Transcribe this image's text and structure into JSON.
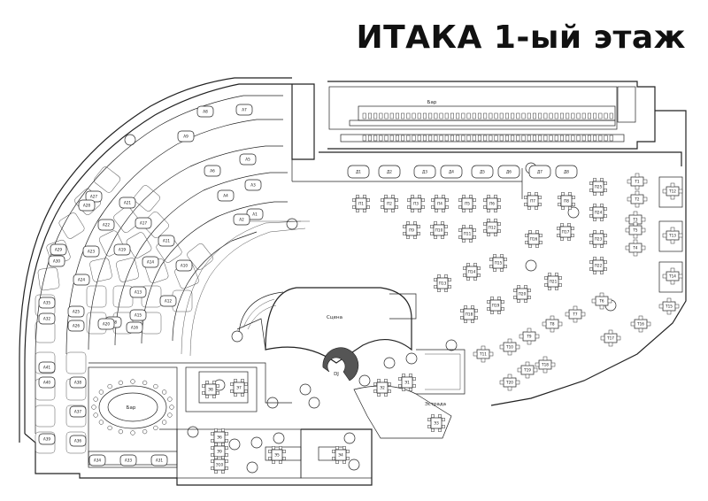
{
  "title": "ИТАКА 1-ый этаж",
  "areas": {
    "bar_top": "Бар",
    "bar_left": "Бар",
    "stage": "Сцена",
    "dj": "DJ",
    "estrada": "Эстрада"
  },
  "tables": [
    {
      "label": "A1"
    },
    {
      "label": "A2"
    },
    {
      "label": "A3"
    },
    {
      "label": "A4"
    },
    {
      "label": "A5"
    },
    {
      "label": "A6"
    },
    {
      "label": "A7"
    },
    {
      "label": "A8"
    },
    {
      "label": "A9"
    },
    {
      "label": "A10"
    },
    {
      "label": "A11"
    },
    {
      "label": "A12"
    },
    {
      "label": "A13"
    },
    {
      "label": "A14"
    },
    {
      "label": "A15"
    },
    {
      "label": "A16"
    },
    {
      "label": "A17"
    },
    {
      "label": "A18"
    },
    {
      "label": "A19"
    },
    {
      "label": "A20"
    },
    {
      "label": "A21"
    },
    {
      "label": "A22"
    },
    {
      "label": "A23"
    },
    {
      "label": "A24"
    },
    {
      "label": "A25"
    },
    {
      "label": "A26"
    },
    {
      "label": "A27"
    },
    {
      "label": "A28"
    },
    {
      "label": "A29"
    },
    {
      "label": "A30"
    },
    {
      "label": "A31"
    },
    {
      "label": "A32"
    },
    {
      "label": "A33"
    },
    {
      "label": "A34"
    },
    {
      "label": "A35"
    },
    {
      "label": "A36"
    },
    {
      "label": "A37"
    },
    {
      "label": "A38"
    },
    {
      "label": "A39"
    },
    {
      "label": "A40"
    },
    {
      "label": "A41"
    },
    {
      "label": "Д1"
    },
    {
      "label": "Д2"
    },
    {
      "label": "Д3"
    },
    {
      "label": "Д4"
    },
    {
      "label": "Д5"
    },
    {
      "label": "Д6"
    },
    {
      "label": "Д7"
    },
    {
      "label": "Д8"
    },
    {
      "label": "П1"
    },
    {
      "label": "П2"
    },
    {
      "label": "П3"
    },
    {
      "label": "П4"
    },
    {
      "label": "П5"
    },
    {
      "label": "П6"
    },
    {
      "label": "П7"
    },
    {
      "label": "П8"
    },
    {
      "label": "П9"
    },
    {
      "label": "П10"
    },
    {
      "label": "П11"
    },
    {
      "label": "П12"
    },
    {
      "label": "П13"
    },
    {
      "label": "П14"
    },
    {
      "label": "П15"
    },
    {
      "label": "П16"
    },
    {
      "label": "П17"
    },
    {
      "label": "П18"
    },
    {
      "label": "П19"
    },
    {
      "label": "П20"
    },
    {
      "label": "П21"
    },
    {
      "label": "П22"
    },
    {
      "label": "П23"
    },
    {
      "label": "П24"
    },
    {
      "label": "П25"
    },
    {
      "label": "T1"
    },
    {
      "label": "T2"
    },
    {
      "label": "T3"
    },
    {
      "label": "T4"
    },
    {
      "label": "T5"
    },
    {
      "label": "T6"
    },
    {
      "label": "T7"
    },
    {
      "label": "T8"
    },
    {
      "label": "T9"
    },
    {
      "label": "T10"
    },
    {
      "label": "T11"
    },
    {
      "label": "T12"
    },
    {
      "label": "T13"
    },
    {
      "label": "T14"
    },
    {
      "label": "T15"
    },
    {
      "label": "T16"
    },
    {
      "label": "T17"
    },
    {
      "label": "T18"
    },
    {
      "label": "T19"
    },
    {
      "label": "T20"
    },
    {
      "label": "Э1"
    },
    {
      "label": "Э2"
    },
    {
      "label": "Э3"
    },
    {
      "label": "Э4"
    },
    {
      "label": "Э5"
    },
    {
      "label": "Э6"
    },
    {
      "label": "Э7"
    },
    {
      "label": "Э8"
    },
    {
      "label": "Э9"
    },
    {
      "label": "Э10"
    }
  ]
}
